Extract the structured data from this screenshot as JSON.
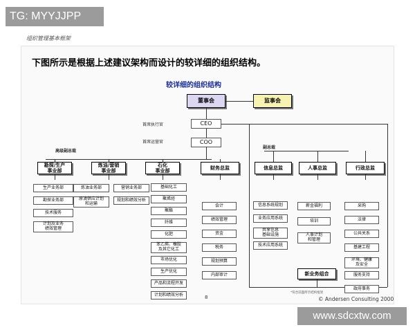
{
  "watermarks": {
    "top": "TG: MYYJJPP",
    "bottom": "www.sdcxtw.com"
  },
  "slide": {
    "header": "组织管理基本框架",
    "headline": "下图所示是根据上述建议架构而设计的较详细的组织结构。",
    "chart_title": "较详细的组织结构",
    "page_number": "8",
    "copyright": "© Andersen Consulting 2000",
    "footnote": "*符合前面所示结构框架"
  },
  "org": {
    "board": "董事会",
    "supervisors": "监事会",
    "ceo": {
      "label": "首席执行官",
      "name": "CEO"
    },
    "coo": {
      "label": "首席运营官",
      "name": "COO"
    },
    "senior_vp": "高级副总裁",
    "vp": "副总裁",
    "divisions": [
      {
        "title": "勘探/生产\n事业部",
        "items": [
          "生产业务部",
          "勘探业务部",
          "技术服务",
          "计划及业务\n绩效管理"
        ]
      },
      {
        "title": "炼油/营销\n事业部",
        "items": [
          "炼油业务部",
          "原油供应计划\n和运输"
        ]
      },
      {
        "title": "",
        "items": [
          "营销业务部",
          "规划和绩效分析"
        ]
      },
      {
        "title": "石化\n事业部",
        "items": [
          "基础化工",
          "聚烯烃",
          "聚酯",
          "纤维",
          "化肥",
          "苯乙烯、橡胶\n及其它化工",
          "市场优化",
          "生产优化",
          "产品和流程开发",
          "计划和绩效分析"
        ]
      },
      {
        "title": "财务总监",
        "items": [
          "会计",
          "绩效管理",
          "资金",
          "税务",
          "规划预算",
          "内部审计"
        ]
      },
      {
        "title": "信息总监",
        "items": [
          "信息系统规划",
          "业务应用系统",
          "共享信息\n基础设施",
          "技术应用系统"
        ]
      },
      {
        "title": "人事总监",
        "items": [
          "薪金福利",
          "培训",
          "人事计划\n和管理"
        ]
      },
      {
        "title": "行政总监",
        "items": [
          "采购",
          "法律",
          "公共关系",
          "基建工程",
          "环境、健康\n及安全",
          "服务支持",
          "政府事务"
        ]
      }
    ],
    "new_business": "新业务组合"
  }
}
